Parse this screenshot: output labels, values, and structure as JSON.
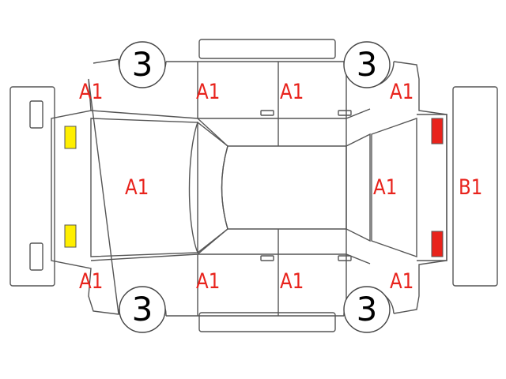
{
  "labels": {
    "front_left_top": "A1",
    "front_door_top": "A1",
    "rear_door_top": "A1",
    "rear_quarter_top": "A1",
    "hood": "A1",
    "rear_glass": "A1",
    "rear_bumper": "B1",
    "front_left_bottom": "A1",
    "front_door_bottom": "A1",
    "rear_door_bottom": "A1",
    "rear_quarter_bottom": "A1"
  },
  "wheels": {
    "front_top": "3",
    "rear_top": "3",
    "front_bottom": "3",
    "rear_bottom": "3"
  },
  "colors": {
    "label": "#e8231c",
    "front_lights": "#ffef00",
    "rear_lights": "#e8231c",
    "outline": "#555555"
  }
}
